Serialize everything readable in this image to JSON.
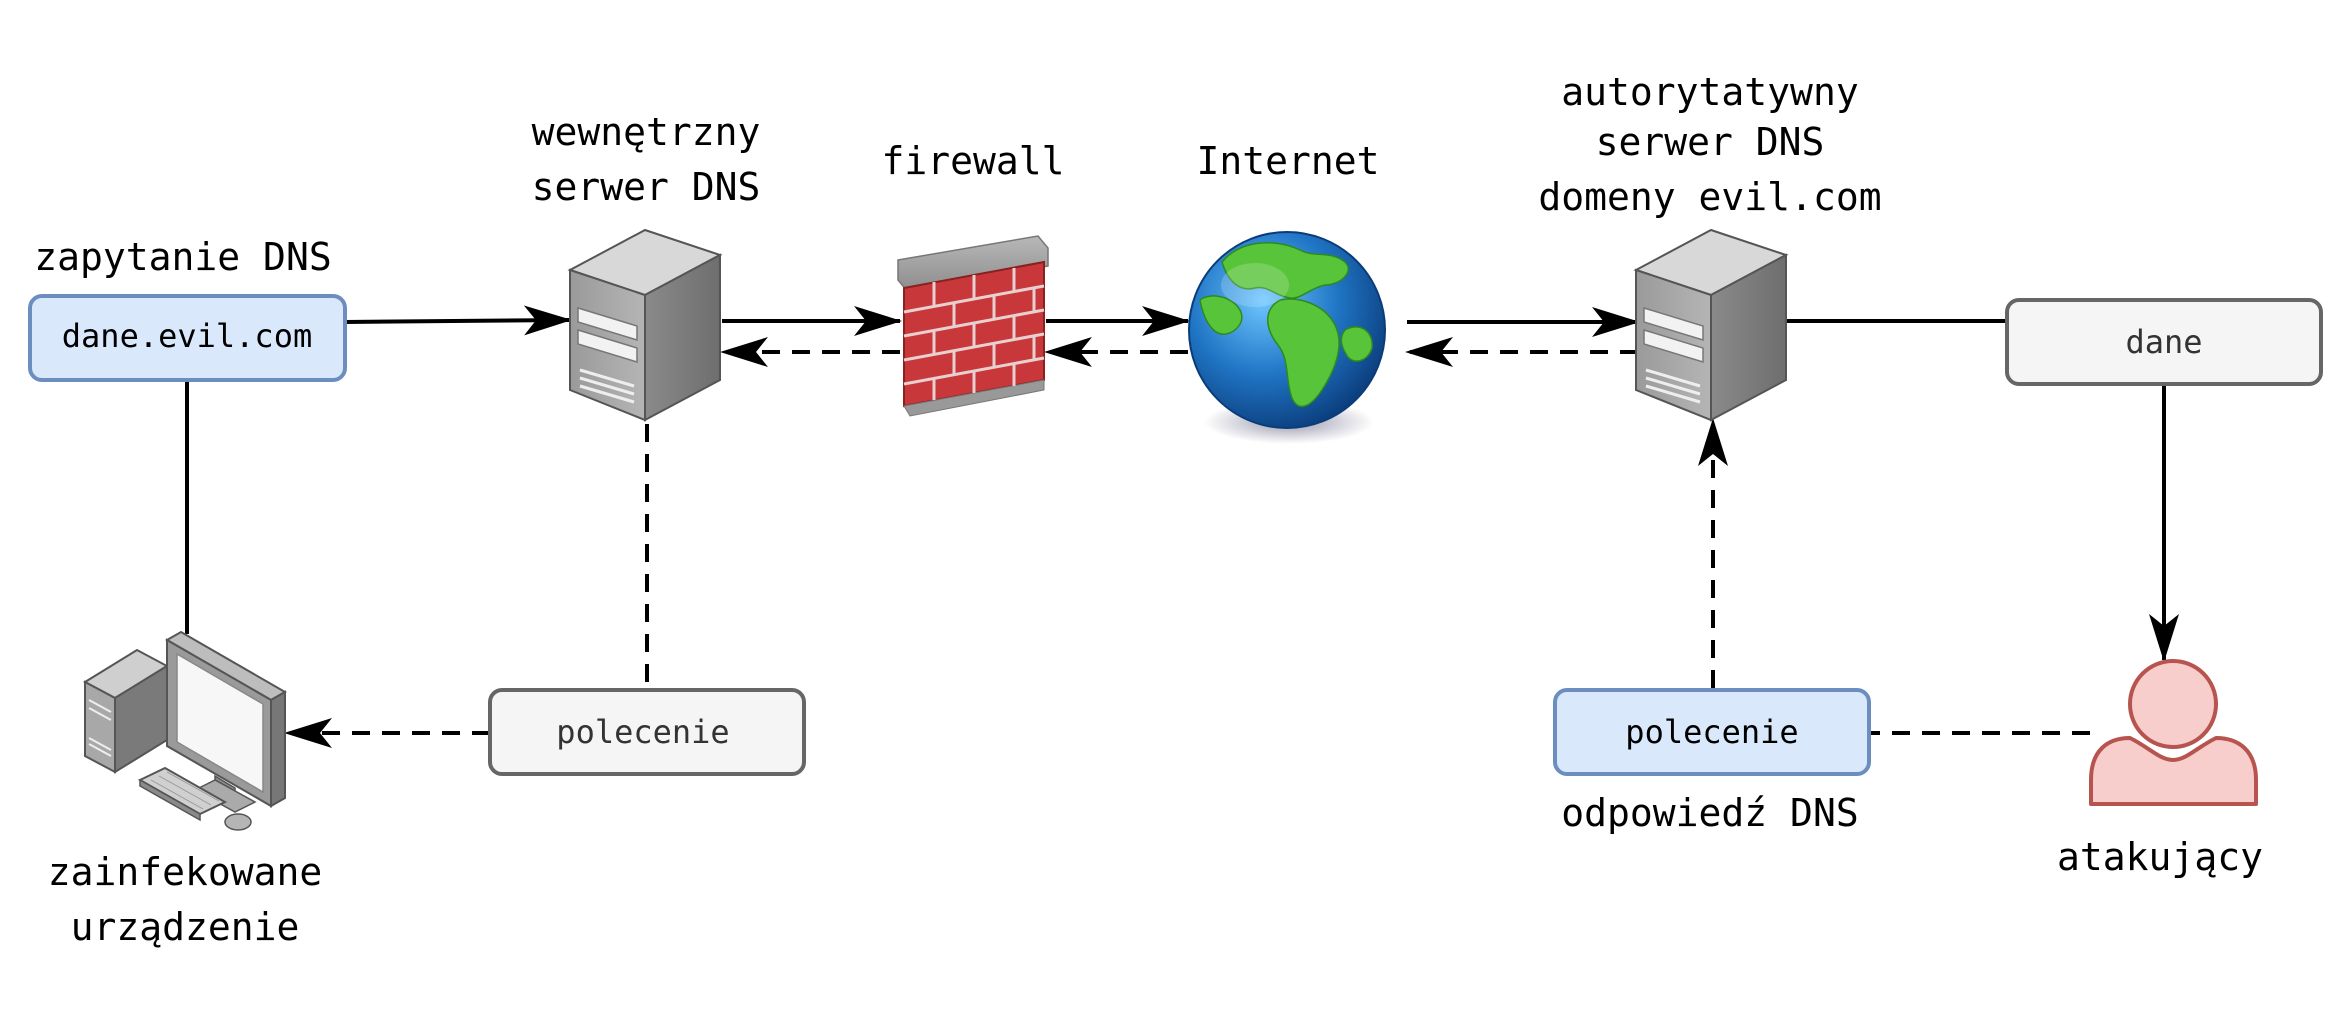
{
  "labels": {
    "query_caption": "zapytanie DNS",
    "internal_dns_line1": "wewnętrzny",
    "internal_dns_line2": "serwer DNS",
    "firewall": "firewall",
    "internet": "Internet",
    "auth_dns_line1": "autorytatywny",
    "auth_dns_line2": "serwer DNS",
    "auth_dns_line3": "domeny evil.com",
    "infected_line1": "zainfekowane",
    "infected_line2": "urządzenie",
    "response_caption": "odpowiedź DNS",
    "attacker": "atakujący"
  },
  "boxes": {
    "query": "dane.evil.com",
    "command_left": "polecenie",
    "command_right": "polecenie",
    "data": "dane"
  },
  "colors": {
    "blue_fill": "#dae8fc",
    "blue_stroke": "#6c8ebf",
    "gray_fill": "#f5f5f5",
    "gray_stroke": "#666666",
    "attacker_fill": "#f8cecc",
    "attacker_stroke": "#b85450",
    "line": "#000000"
  }
}
